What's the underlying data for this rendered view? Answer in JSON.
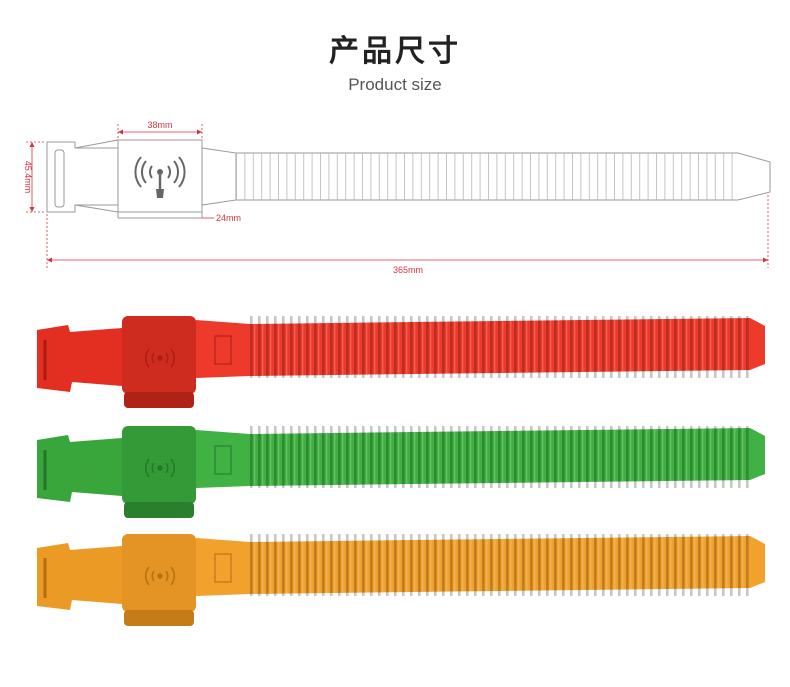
{
  "header": {
    "title": "产品尺寸",
    "subtitle": "Product size"
  },
  "dimensions": {
    "width_label": "38mm",
    "height_label": "45.4mm",
    "thickness_label": "24mm",
    "length_label": "365mm"
  },
  "colors": {
    "dimension_line": "#d8343f",
    "outline": "#9a9a9a",
    "strap_red": "#ee3a2b",
    "strap_green": "#3fb243",
    "strap_orange": "#f2a12c"
  },
  "products": [
    {
      "color_name": "red"
    },
    {
      "color_name": "green"
    },
    {
      "color_name": "orange"
    }
  ]
}
